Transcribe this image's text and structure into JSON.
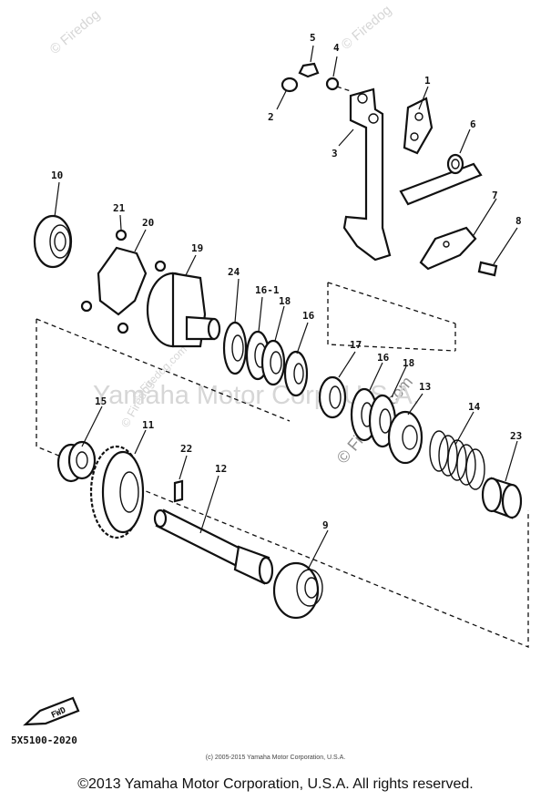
{
  "diagram": {
    "callouts": [
      "1",
      "2",
      "3",
      "4",
      "5",
      "6",
      "7",
      "8",
      "9",
      "10",
      "11",
      "12",
      "13",
      "14",
      "15",
      "16",
      "16-1",
      "16",
      "17",
      "18",
      "18",
      "19",
      "20",
      "21",
      "22",
      "23",
      "24"
    ],
    "fwd_label": "FWD",
    "diagram_code": "5X5100-2020"
  },
  "watermarks": {
    "firedog_1": "© Firedog",
    "firedog_2": "© Firedog",
    "firedog_3": "© Firedog",
    "firedog_4": "© Firedog.com",
    "firedog_5": "© Firedog.com",
    "yamaha": "Yamaha Motor Corp. U.S.A."
  },
  "footer": {
    "small_copyright": "(c) 2005-2015 Yamaha Motor Corporation, U.S.A.",
    "main_copyright": "©2013 Yamaha Motor Corporation, U.S.A. All rights reserved."
  }
}
